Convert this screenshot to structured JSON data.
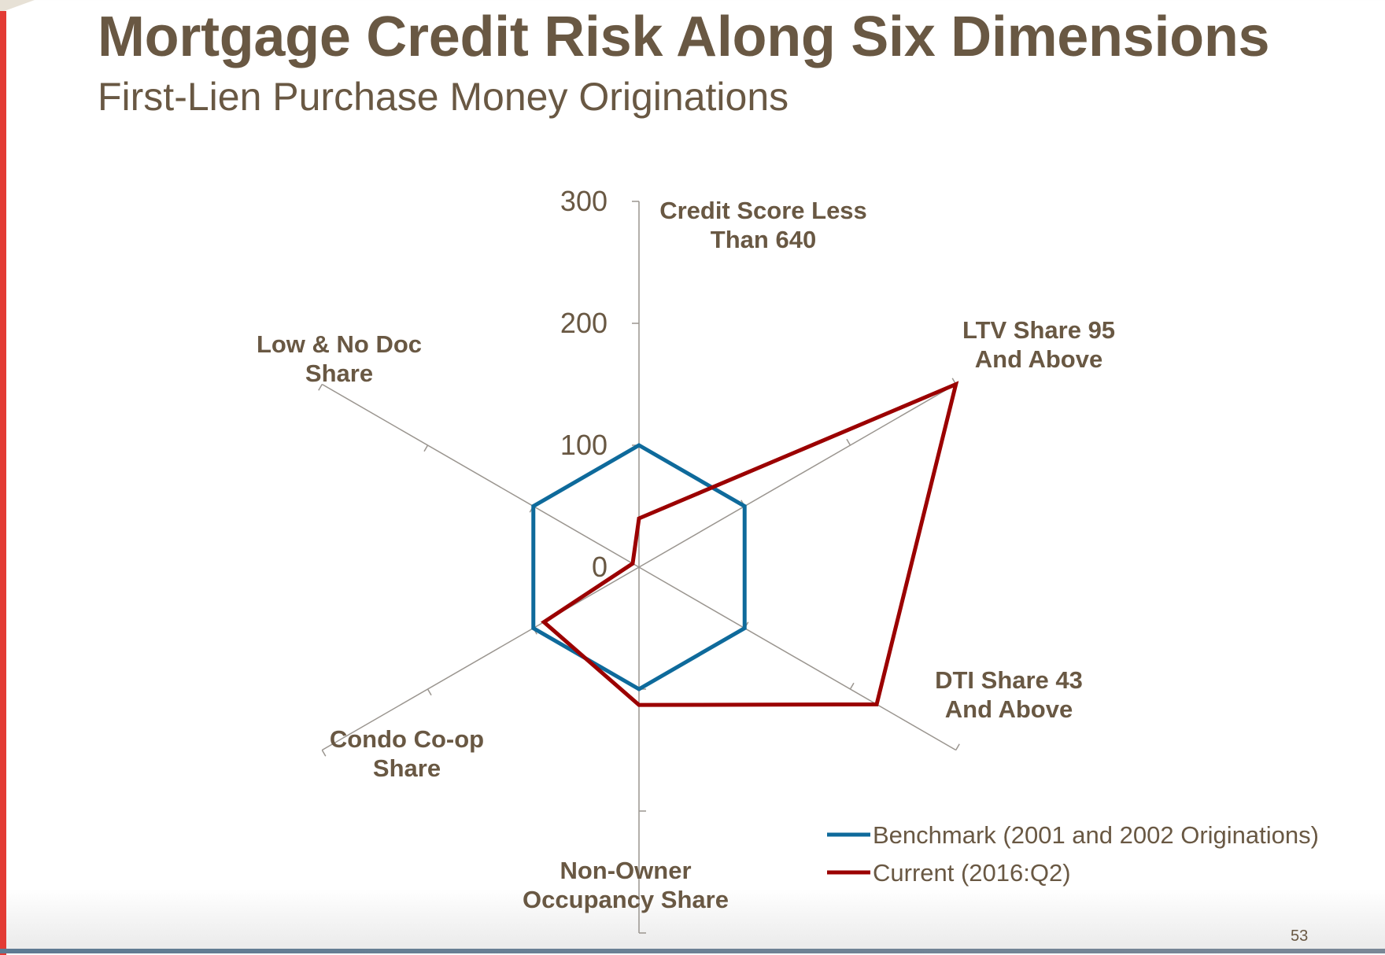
{
  "title": "Mortgage Credit Risk Along Six Dimensions",
  "subtitle": "First-Lien Purchase Money Originations",
  "page_number": "53",
  "colors": {
    "text": "#695843",
    "benchmark": "#0e6a9b",
    "current": "#9b0000",
    "axis": "#9a958f",
    "accent": "#e33b34"
  },
  "chart_data": {
    "type": "radar",
    "title": "Mortgage Credit Risk Along Six Dimensions",
    "axes": [
      {
        "label": [
          "Credit Score Less",
          "Than 640"
        ]
      },
      {
        "label": [
          "LTV Share 95",
          "And Above"
        ]
      },
      {
        "label": [
          "DTI Share 43",
          "And Above"
        ]
      },
      {
        "label": [
          "Non-Owner",
          "Occupancy Share"
        ]
      },
      {
        "label": [
          "Condo Co-op",
          "Share"
        ]
      },
      {
        "label": [
          "Low & No Doc",
          "Share"
        ]
      }
    ],
    "range": [
      0,
      300
    ],
    "ticks": [
      "0",
      "100",
      "200",
      "300"
    ],
    "tick_values": [
      0,
      100,
      200,
      300
    ],
    "legend_position": "bottom-right",
    "series": [
      {
        "name": "Benchmark (2001 and 2002 Originations)",
        "color": "#0e6a9b",
        "values": [
          100,
          100,
          100,
          100,
          100,
          100
        ]
      },
      {
        "name": "Current (2016:Q2)",
        "color": "#9b0000",
        "values": [
          40,
          300,
          225,
          113,
          90,
          6
        ]
      }
    ]
  }
}
